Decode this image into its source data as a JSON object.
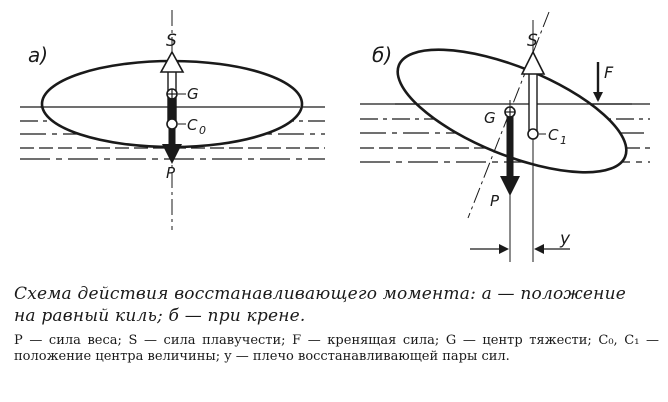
{
  "panel_a": {
    "label": "а)",
    "labels": {
      "S": "S",
      "G": "G",
      "C0": "C",
      "C0_sub": "0",
      "P": "P"
    }
  },
  "panel_b": {
    "label": "б)",
    "labels": {
      "S": "S",
      "G": "G",
      "C1": "C",
      "C1_sub": "1",
      "P": "P",
      "F": "F",
      "y": "y"
    }
  },
  "caption": {
    "title_line1": "Схема действия восстанавливающего момента: а — положение",
    "title_line2": "на равный киль; б — при крене.",
    "legend": "P — сила веса; S — сила плавучести; F — кренящая сила; G — центр тяжести; C₀, C₁ — положение центра величины; y — плечо восстанавливающей пары сил."
  }
}
